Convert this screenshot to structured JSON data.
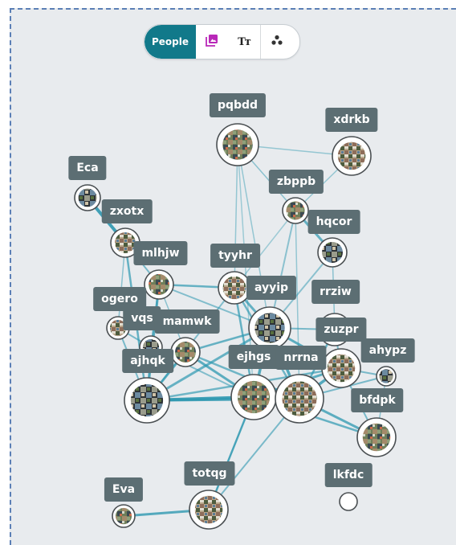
{
  "toolbar": {
    "people_label": "People",
    "icons": [
      "photo-library-icon",
      "text-size-icon",
      "cluster-icon"
    ],
    "text_icon_glyph": "Tт",
    "accent_color": "#11798a",
    "photo_icon_color": "#b928b8"
  },
  "colors": {
    "background": "#e8ebee",
    "label_bg": "#5c6e73",
    "edge": "#2e98b0",
    "node_border": "#4a4f52"
  },
  "nodes": [
    {
      "id": "pqbdd",
      "label": "pqbdd"
    },
    {
      "id": "xdrkb",
      "label": "xdrkb"
    },
    {
      "id": "Eca",
      "label": "Eca"
    },
    {
      "id": "zbppb",
      "label": "zbppb"
    },
    {
      "id": "zxotx",
      "label": "zxotx"
    },
    {
      "id": "hqcor",
      "label": "hqcor"
    },
    {
      "id": "mlhjw",
      "label": "mlhjw"
    },
    {
      "id": "tyyhr",
      "label": "tyyhr"
    },
    {
      "id": "ayyip",
      "label": "ayyip"
    },
    {
      "id": "rrziw",
      "label": "rrziw"
    },
    {
      "id": "ogero",
      "label": "ogero"
    },
    {
      "id": "vqs",
      "label": "vqs"
    },
    {
      "id": "mamwk",
      "label": "mamwk"
    },
    {
      "id": "zuzpr",
      "label": "zuzpr"
    },
    {
      "id": "ajhqk",
      "label": "ajhqk"
    },
    {
      "id": "ejhgs",
      "label": "ejhgs"
    },
    {
      "id": "nrrna",
      "label": "nrrna"
    },
    {
      "id": "ahypz",
      "label": "ahypz"
    },
    {
      "id": "bfdpk",
      "label": "bfdpk"
    },
    {
      "id": "totqg",
      "label": "totqg"
    },
    {
      "id": "lkfdc",
      "label": "lkfdc"
    },
    {
      "id": "Eva",
      "label": "Eva"
    }
  ]
}
